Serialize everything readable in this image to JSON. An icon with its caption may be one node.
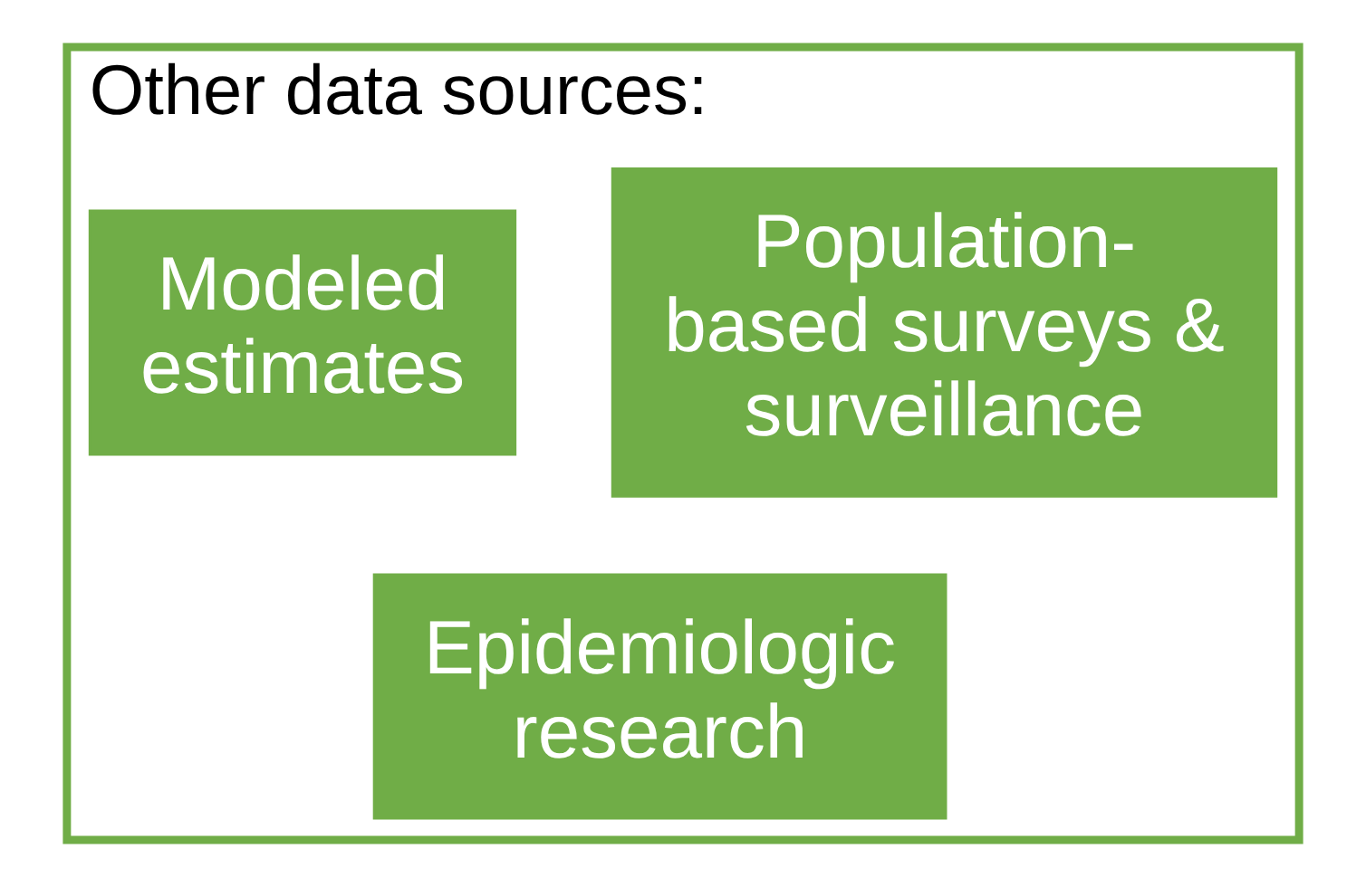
{
  "diagram": {
    "nodes": [
      {
        "text": [
          "Other data sources:"
        ]
      },
      {
        "text": [
          "Population-based surveys & surveillance"
        ],
        "in": 0
      },
      {
        "text": [
          "Modeled estimates"
        ],
        "in": 0
      },
      {
        "text": [
          "Epidemiologic research"
        ],
        "in": 0
      }
    ]
  }
}
